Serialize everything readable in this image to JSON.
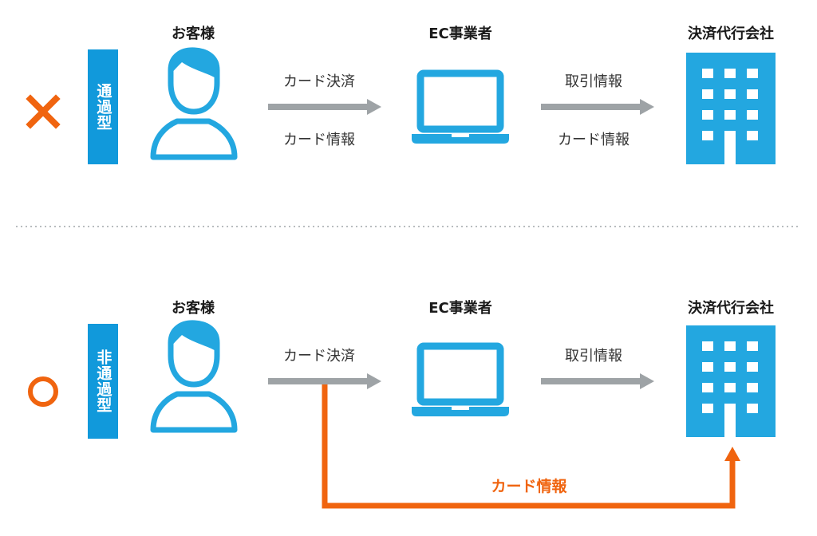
{
  "colors": {
    "blue": "#23a7e0",
    "label_bg": "#1199db",
    "orange": "#f0640f",
    "gray": "#9ea3a6"
  },
  "top": {
    "mark": "×",
    "type_label": "通過型",
    "customer": "お客様",
    "ec": "EC事業者",
    "payment": "決済代行会社",
    "flow1_top": "カード決済",
    "flow1_bottom": "カード情報",
    "flow2_top": "取引情報",
    "flow2_bottom": "カード情報"
  },
  "bottom": {
    "mark": "○",
    "type_label": "非通過型",
    "customer": "お客様",
    "ec": "EC事業者",
    "payment": "決済代行会社",
    "flow1_top": "カード決済",
    "flow2_top": "取引情報",
    "direct_label": "カード情報"
  }
}
